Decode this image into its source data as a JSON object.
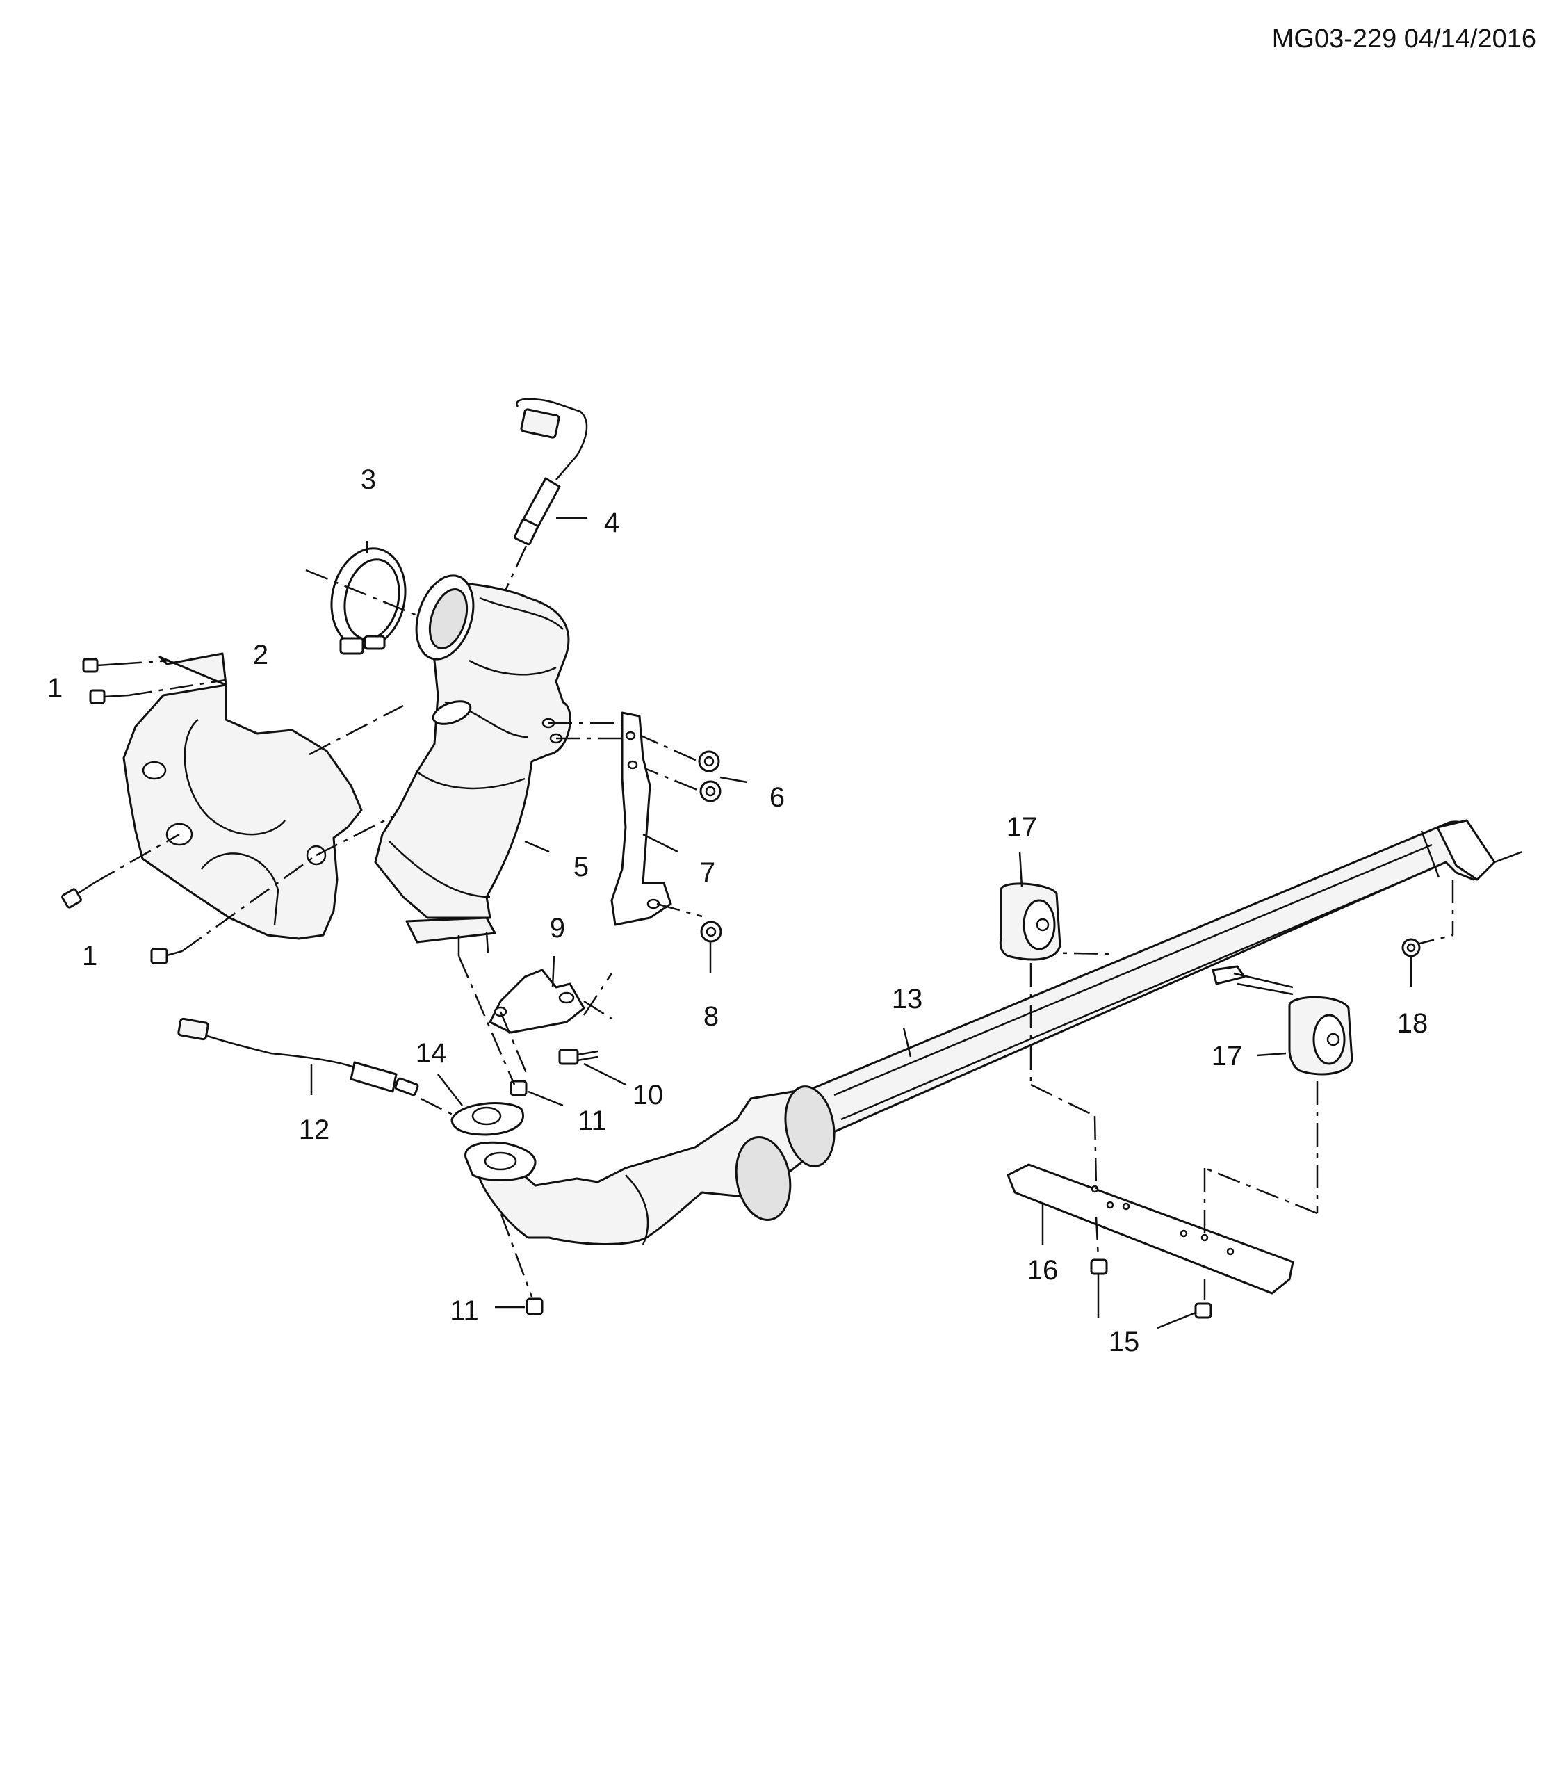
{
  "header": {
    "ref": "MG03-229 04/14/2016"
  },
  "callouts": {
    "c1a": "1",
    "c1b": "1",
    "c2": "2",
    "c3": "3",
    "c4": "4",
    "c5": "5",
    "c6": "6",
    "c7": "7",
    "c8": "8",
    "c9": "9",
    "c10": "10",
    "c11a": "11",
    "c11b": "11",
    "c12": "12",
    "c13": "13",
    "c14": "14",
    "c15": "15",
    "c16": "16",
    "c17a": "17",
    "c17b": "17",
    "c18": "18"
  }
}
